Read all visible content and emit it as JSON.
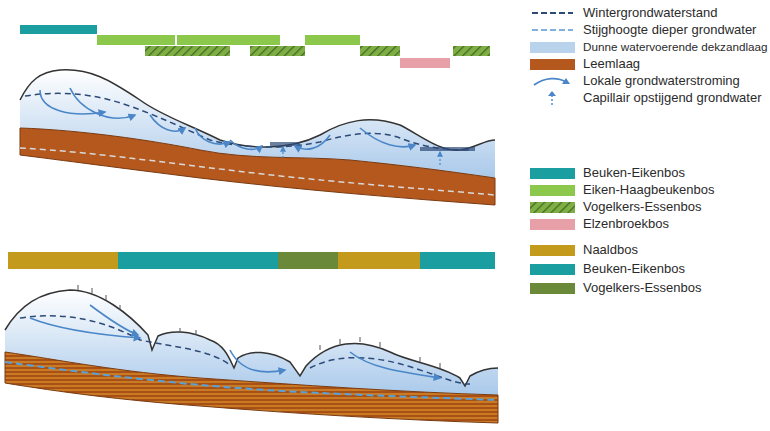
{
  "diagram": {
    "legend": [
      {
        "text": "Wintergrondwaterstand"
      },
      {
        "text": "Stijghoogte dieper grondwater"
      },
      {
        "text": "Dunne watervoerende dekzandlaag",
        "color": "#b9d3ec"
      },
      {
        "text": "Leemlaag",
        "color": "#b4581e"
      },
      {
        "text": "Lokale grondwaterstroming"
      },
      {
        "text": "Capillair opstijgend grondwater"
      },
      {
        "text": "Beuken-Eikenbos",
        "color": "#1a9ea0"
      },
      {
        "text": "Eiken-Haagbeukenbos",
        "color": "#8cc84b"
      },
      {
        "text": "Vogelkers-Essenbos"
      },
      {
        "text": "Elzenbroekbos",
        "color": "#e8a0a8"
      },
      {
        "text": "Naaldbos",
        "color": "#c49a1c"
      },
      {
        "text": "Beuken-Eikenbos",
        "color": "#1a9ea0"
      },
      {
        "text": "Vogelkers-Essenbos",
        "color": "#6a8a3a"
      }
    ]
  }
}
